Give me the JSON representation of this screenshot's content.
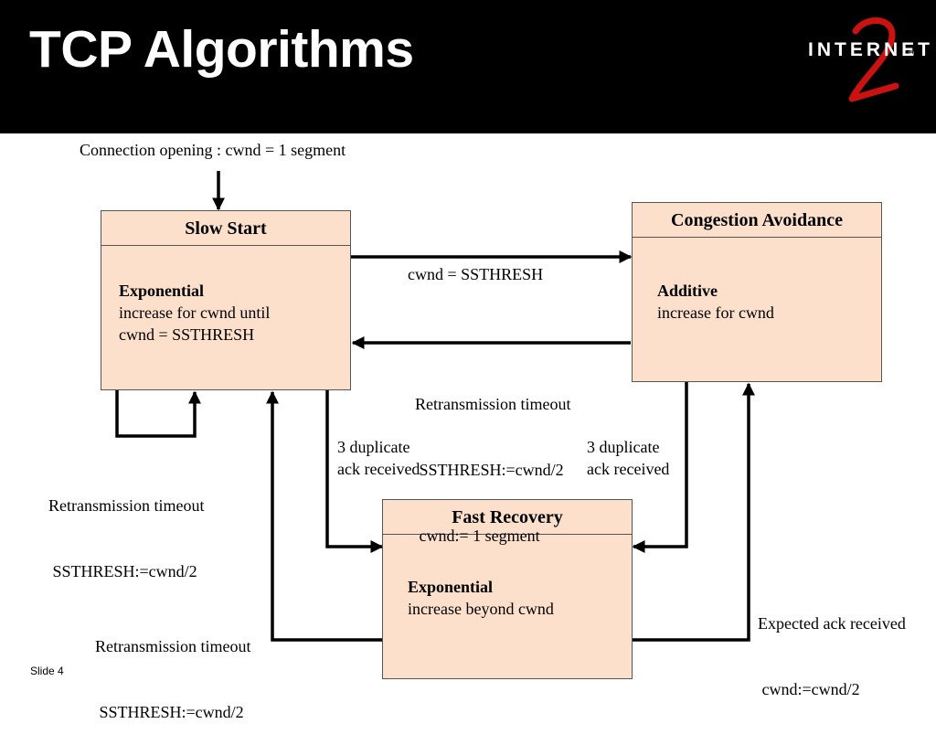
{
  "slide": {
    "title": "TCP Algorithms",
    "number_label": "Slide 4",
    "logo": {
      "word": "INTERNET",
      "numeral": "2",
      "mark": "®"
    }
  },
  "states": {
    "slow_start": {
      "title": "Slow Start",
      "emphasis": "Exponential",
      "lines": [
        "increase for cwnd until",
        "cwnd = SSTHRESH"
      ]
    },
    "congestion_avoidance": {
      "title": "Congestion Avoidance",
      "emphasis": "Additive",
      "lines": [
        "increase for cwnd"
      ]
    },
    "fast_recovery": {
      "title": "Fast Recovery",
      "emphasis": "Exponential",
      "lines": [
        "increase beyond cwnd"
      ]
    }
  },
  "transitions": {
    "entry": [
      "Connection opening : cwnd = 1 segment"
    ],
    "ss_to_ca": [
      "cwnd = SSTHRESH"
    ],
    "ca_to_ss": [
      "Retransmission timeout",
      " SSTHRESH:=cwnd/2",
      " cwnd:= 1 segment"
    ],
    "ss_self": [
      "Retransmission timeout",
      " SSTHRESH:=cwnd/2"
    ],
    "ss_to_fr": [
      "3 duplicate",
      "ack received"
    ],
    "ca_to_fr": [
      "3 duplicate",
      "ack received"
    ],
    "fr_to_ss": [
      "Retransmission timeout",
      " SSTHRESH:=cwnd/2"
    ],
    "fr_to_ca": [
      "Expected ack received",
      " cwnd:=cwnd/2"
    ]
  },
  "colors": {
    "header": "#000000",
    "state_fill": "#fde0cc",
    "arrow": "#000000"
  }
}
